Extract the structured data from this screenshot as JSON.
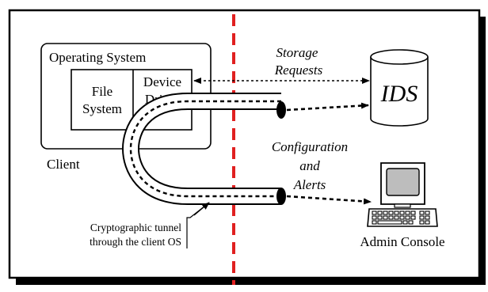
{
  "client_box": {
    "title": "Operating System",
    "file_system": [
      "File",
      "System"
    ],
    "device_driver": [
      "Device",
      "Driver"
    ],
    "label": "Client"
  },
  "storage": {
    "label": [
      "Storage",
      "Requests"
    ],
    "ids_label": "IDS"
  },
  "config": {
    "label": [
      "Configuration",
      "and",
      "Alerts"
    ],
    "admin_label": "Admin Console"
  },
  "tunnel": {
    "label": [
      "Cryptographic tunnel",
      "through the client OS"
    ]
  },
  "colors": {
    "divider": "#e02020",
    "tunnel_cap": "#000000",
    "monitor_screen": "#bdbdbd"
  }
}
